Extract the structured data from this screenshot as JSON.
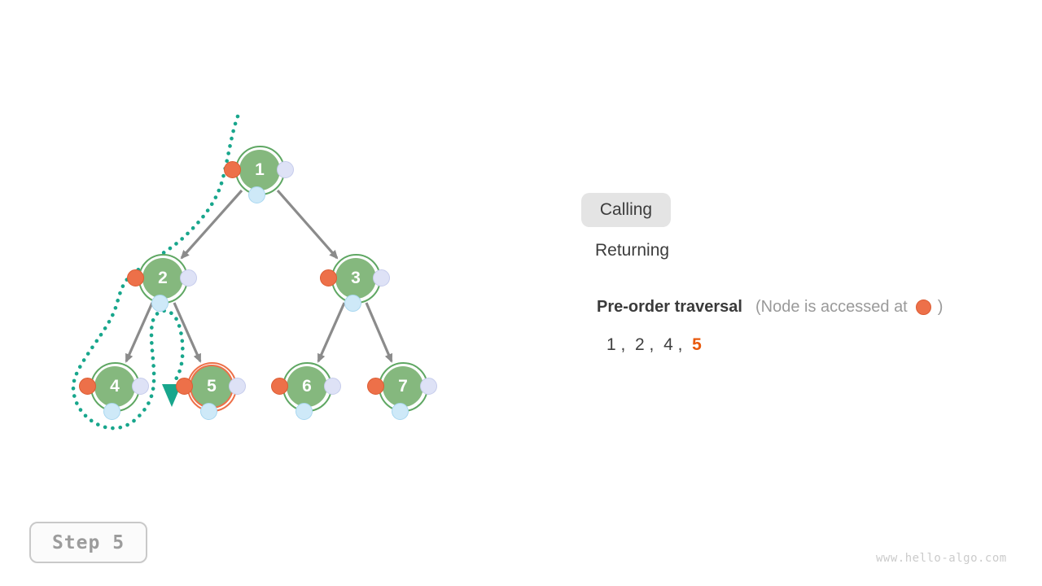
{
  "tree": {
    "nodes": [
      {
        "label": "1",
        "state": "default"
      },
      {
        "label": "2",
        "state": "default"
      },
      {
        "label": "3",
        "state": "default"
      },
      {
        "label": "4",
        "state": "default"
      },
      {
        "label": "5",
        "state": "current"
      },
      {
        "label": "6",
        "state": "default"
      },
      {
        "label": "7",
        "state": "default"
      }
    ],
    "edges": [
      [
        "1",
        "2"
      ],
      [
        "1",
        "3"
      ],
      [
        "2",
        "4"
      ],
      [
        "2",
        "5"
      ],
      [
        "3",
        "6"
      ],
      [
        "3",
        "7"
      ]
    ],
    "current_node": "5"
  },
  "legend": {
    "calling_label": "Calling",
    "returning_label": "Returning",
    "active_phase": "Calling"
  },
  "traversal": {
    "title": "Pre-order traversal",
    "note_prefix": "(Node is accessed at",
    "note_suffix": ")",
    "sequence": [
      "1",
      "2",
      "4",
      "5"
    ],
    "current": "5"
  },
  "step_indicator": {
    "label": "Step 5"
  },
  "watermark": {
    "text": "www.hello-algo.com"
  },
  "colors": {
    "node_fill": "#85B87E",
    "node_ring": "#5FA763",
    "current_ring": "#ED7049",
    "preorder_marker": "#ED7049",
    "inorder_marker": "#CEE9F8",
    "postorder_marker": "#DEE2F6",
    "edge": "#8B8B8B",
    "traversal_trail": "#18A68C",
    "text_dark": "#3C3C3C",
    "text_gray": "#9A9A9A",
    "calling_bg": "#E4E4E4",
    "sequence_highlight": "#E8590C"
  }
}
